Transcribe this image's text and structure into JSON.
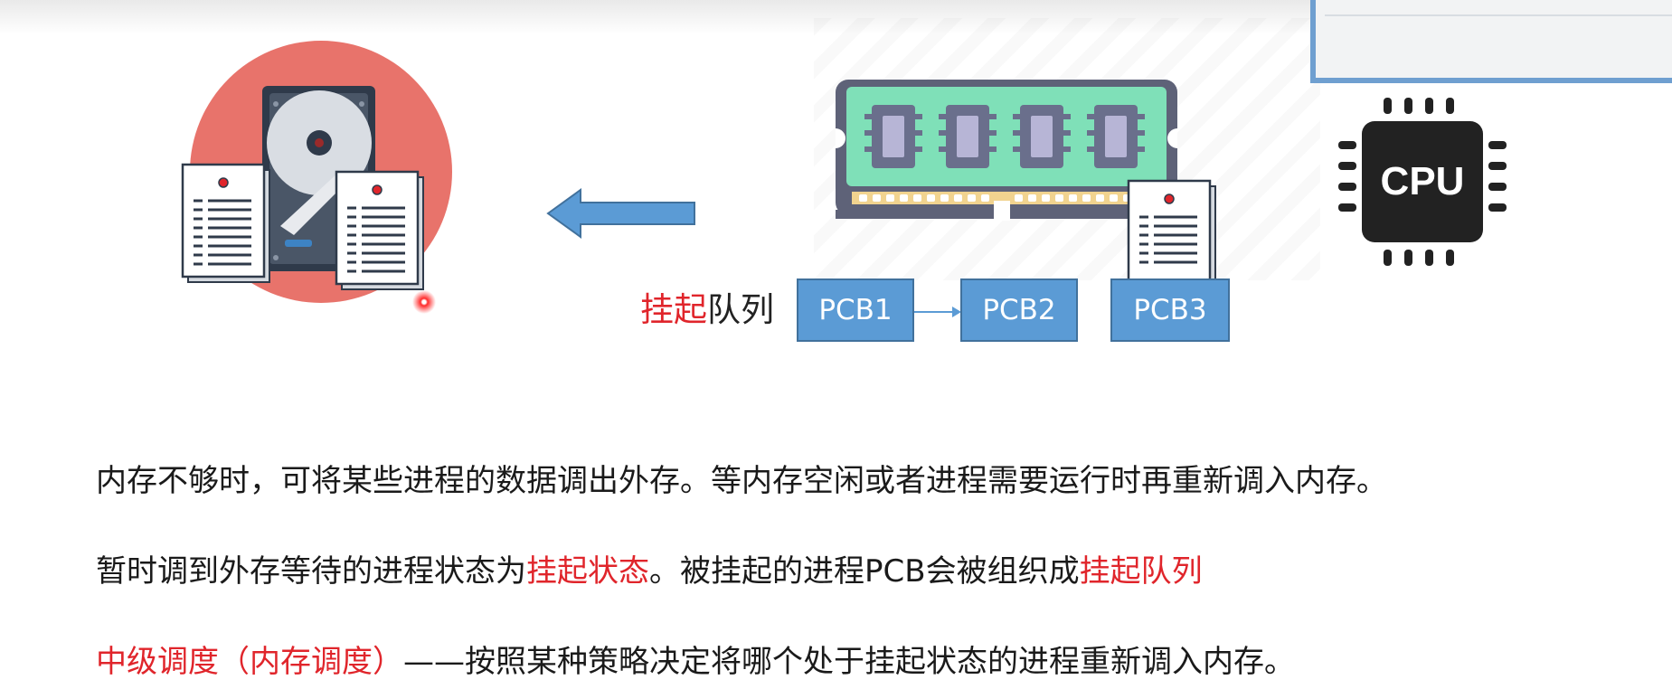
{
  "diagram": {
    "queue_label": {
      "highlight": "挂起",
      "rest": "队列"
    },
    "pcbs": [
      "PCB1",
      "PCB2",
      "PCB3"
    ],
    "cpu_label": "CPU"
  },
  "text": {
    "line1": "内存不够时，可将某些进程的数据调出外存。等内存空闲或者进程需要运行时再重新调入内存。",
    "line2": {
      "part1": "暂时调到外存等待的进程状态为",
      "part2": "挂起状态",
      "part3": "。被挂起的进程PCB会被组织成",
      "part4": "挂起队列"
    },
    "line3": {
      "part1": "中级调度（内存调度）",
      "part2": "——按照某种策略决定将哪个处于挂起状态的进程重新调入内存。"
    }
  },
  "icons": [
    "hard-disk-icon",
    "document-icon",
    "arrow-left-icon",
    "memory-module-icon",
    "cpu-chip-icon",
    "laser-pointer-icon"
  ],
  "colors": {
    "highlight": "#e0252b",
    "pcb": "#5b9bd5",
    "arrow": "#5b9bd5",
    "disk_circle": "#e8736b"
  }
}
